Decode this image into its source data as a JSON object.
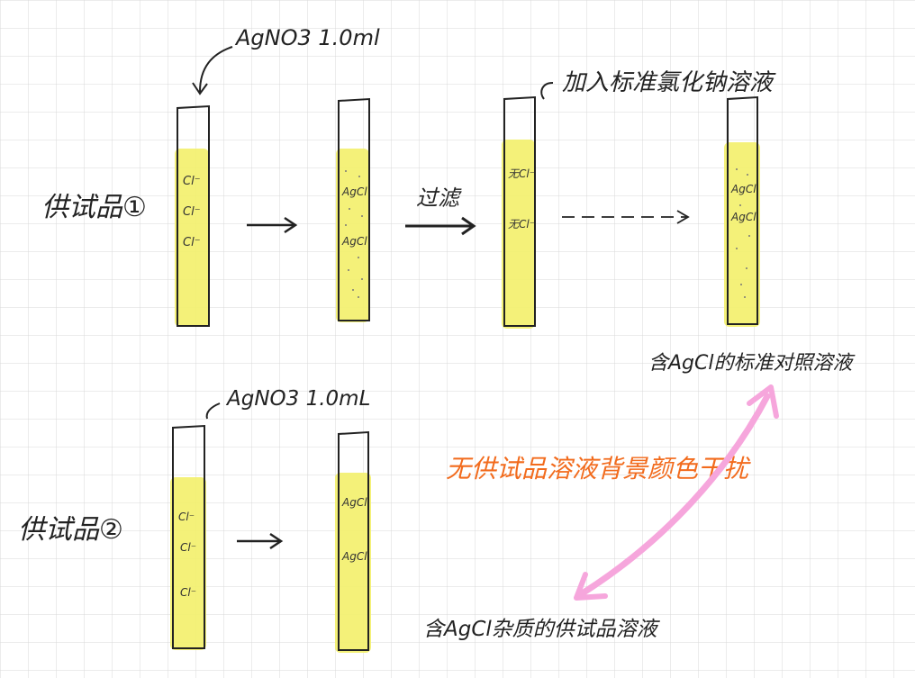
{
  "colors": {
    "grid": "#d9d9d9",
    "ink": "#222222",
    "highlight": "#f3f06a",
    "orange_note": "#f26b1d",
    "pink_arrow": "#f6a6dc"
  },
  "row1": {
    "sample_label": "供试品①",
    "reagent_note": "AgNO3 1.0ml",
    "filter_label": "过滤",
    "standard_note": "加入标准氯化钠溶液",
    "tube1_ions": [
      "Cl⁻",
      "Cl⁻",
      "Cl⁻"
    ],
    "tube2_precipitate": [
      "AgCl",
      "AgCl"
    ],
    "tube3_ions": [
      "无Cl⁻",
      "无Cl⁻"
    ],
    "tube4_precipitate": [
      "AgCl",
      "AgCl"
    ],
    "result_caption": "含AgCl的标准对照溶液"
  },
  "row2": {
    "sample_label": "供试品②",
    "reagent_note": "AgNO3 1.0mL",
    "tube1_ions": [
      "Cl⁻",
      "Cl⁻",
      "Cl⁻"
    ],
    "tube2_precipitate": [
      "AgCl",
      "AgCl"
    ],
    "result_caption": "含AgCl杂质的供试品溶液"
  },
  "middle_note": "无供试品溶液背景颜色干扰"
}
